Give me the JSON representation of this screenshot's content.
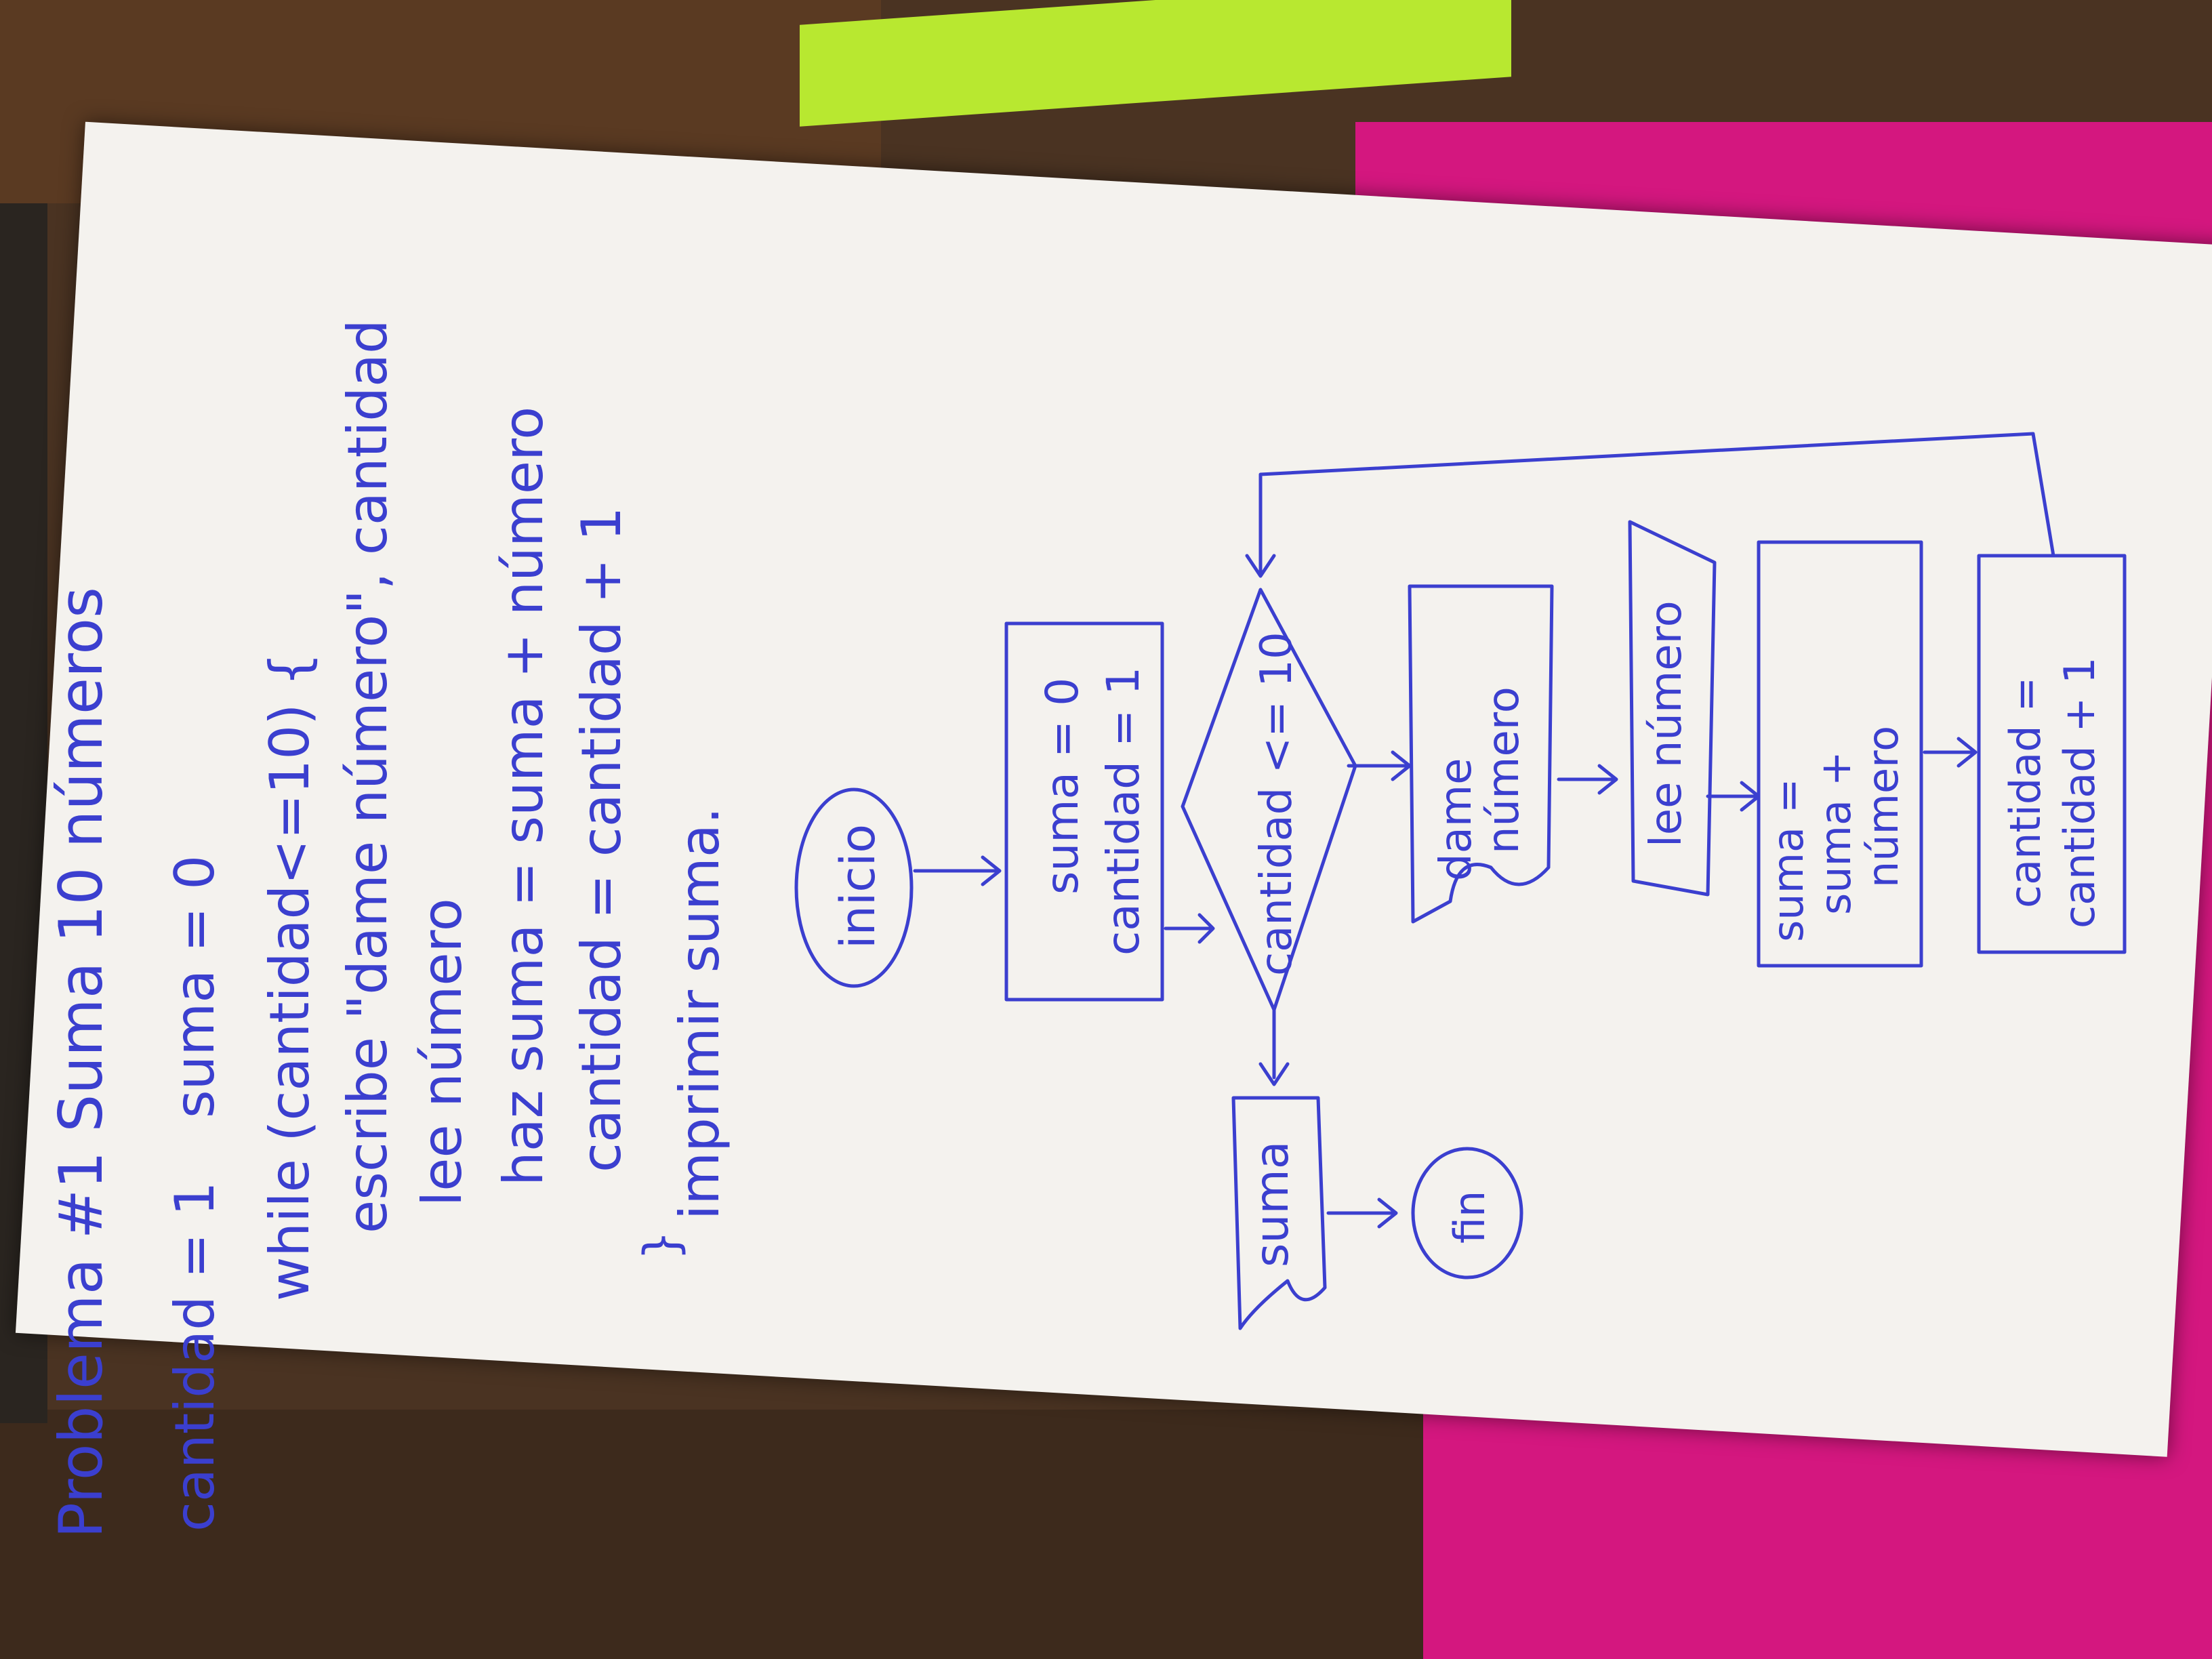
{
  "code": {
    "title": "Problema #1  Suma 10 números",
    "line1a": "cantidad = 1",
    "line1b": "suma = 0",
    "line2": "while (cantidad<=10) {",
    "line3": "escribe \"dame número\", cantidad",
    "line4": "lee número",
    "line5": "haz suma = suma + número",
    "line6": "cantidad = cantidad + 1",
    "line7": "}",
    "line8": "imprimir suma."
  },
  "flow": {
    "start": "inicio",
    "init_1": "suma = 0",
    "init_2": "cantidad = 1",
    "decision": "cantidad <= 10",
    "prompt_1": "dame",
    "prompt_2": "número",
    "read": "lee número",
    "sum_1": "suma =",
    "sum_2": "suma +",
    "sum_3": "número",
    "inc_1": "cantidad =",
    "inc_2": "cantidad + 1",
    "output": "suma",
    "end": "fin"
  },
  "colors": {
    "ink": "#3b3fcf",
    "paper": "#f4f2ee",
    "magenta": "#d4177f",
    "lime": "#b8e830"
  }
}
